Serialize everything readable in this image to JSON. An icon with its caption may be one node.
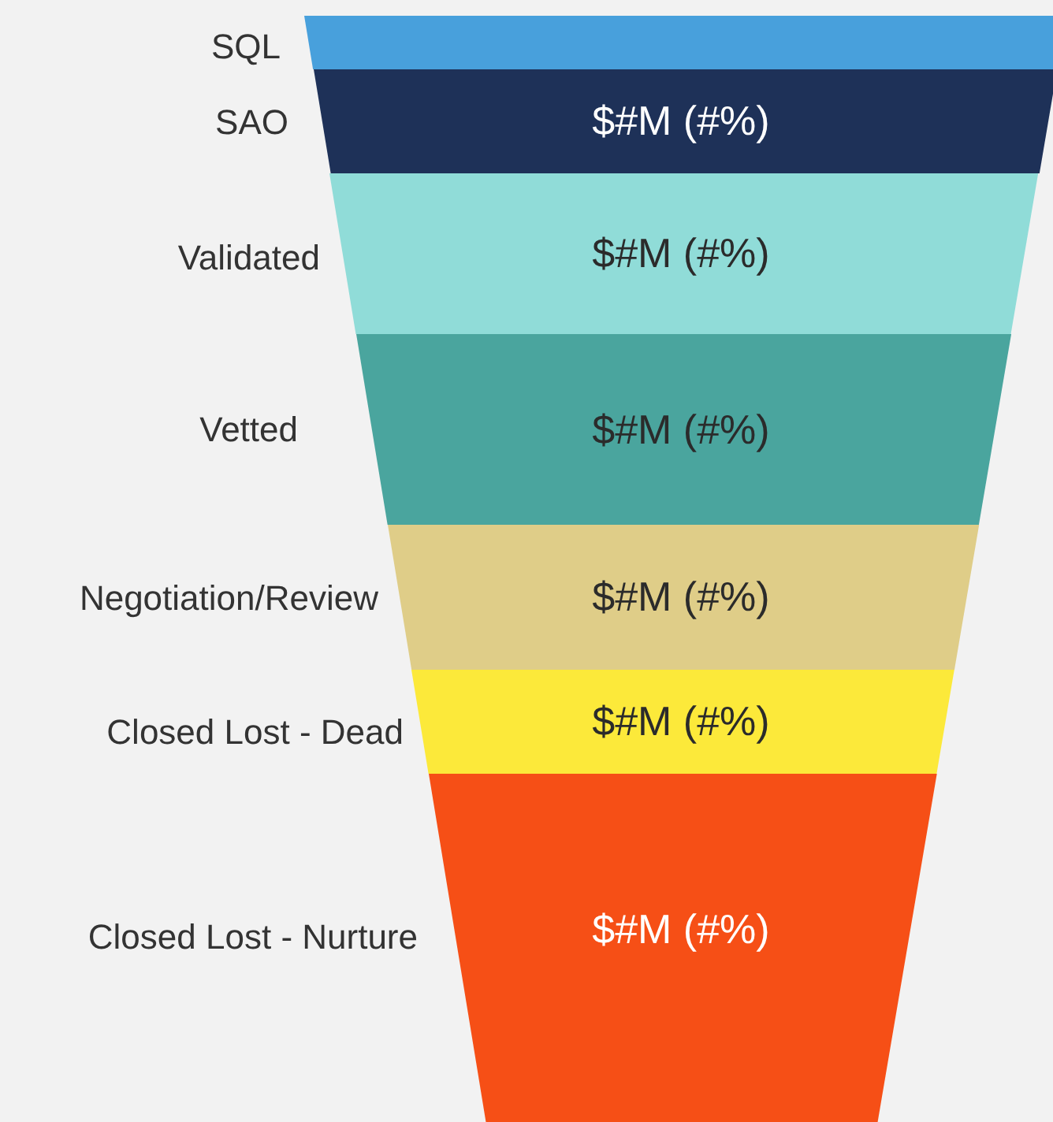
{
  "diagram": {
    "nodes": [
      {
        "text": [],
        "shape": "bar",
        "beside": [
          "SQL"
        ]
      },
      {
        "text": [
          "$#M (#%)"
        ],
        "beside": [
          "SAO"
        ]
      },
      {
        "text": [
          "$#M (#%)"
        ],
        "beside": [
          "Validated"
        ]
      },
      {
        "text": [
          "$#M (#%)"
        ],
        "beside": [
          "Vetted"
        ]
      },
      {
        "text": [
          "$#M (#%)"
        ],
        "beside": [
          "Negotiation/Review"
        ]
      },
      {
        "text": [
          "$#M (#%)"
        ],
        "beside": [
          "Closed Lost - Dead"
        ]
      },
      {
        "text": [
          "$#M (#%)"
        ],
        "beside": [
          "Closed Lost - Nurture"
        ]
      }
    ]
  }
}
